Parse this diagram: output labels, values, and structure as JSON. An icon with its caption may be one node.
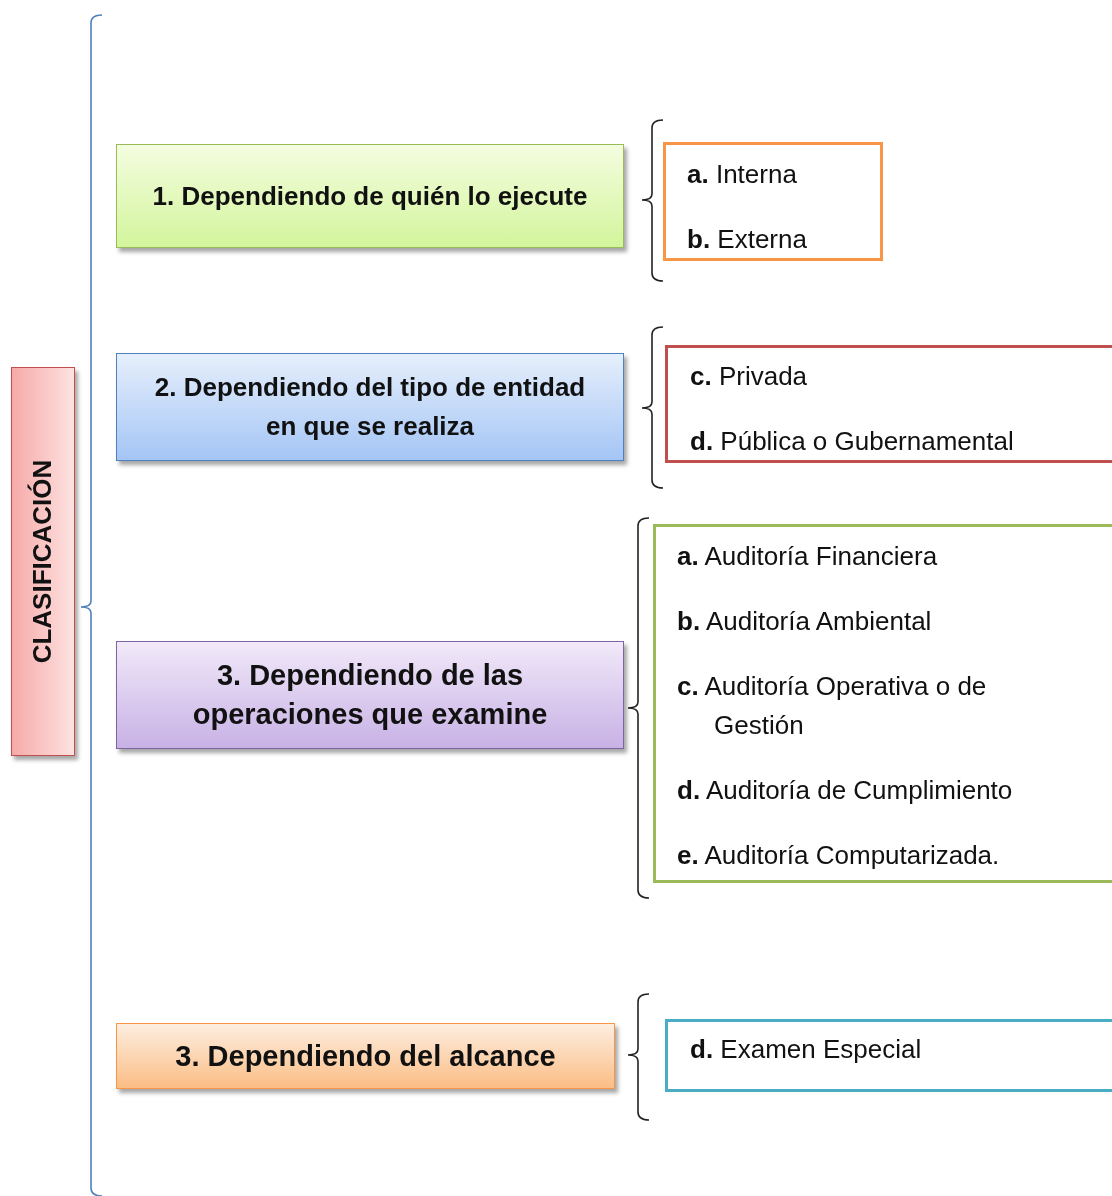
{
  "diagram": {
    "nodes": [
      {
        "text": [
          "CLASIFICACIÓN"
        ]
      },
      {
        "text": [
          "1. Dependiendo de quién lo ejecute"
        ]
      },
      {
        "text": [
          "**a.** Interna",
          "**b.** Externa"
        ]
      },
      {
        "text": [
          "2. Dependiendo del tipo de entidad en que se realiza"
        ]
      },
      {
        "text": [
          "**c.** Privada",
          "**d.** Pública o Gubernamental"
        ]
      },
      {
        "text": [
          "3. Dependiendo de las operaciones que examine"
        ]
      },
      {
        "text": [
          "**a.** Auditoría Financiera",
          "**b.** Auditoría Ambiental",
          "**c.** Auditoría Operativa o de Gestión",
          "**d.** Auditoría de Cumplimiento",
          "**e.** Auditoría Computarizada."
        ]
      },
      {
        "text": [
          "3. Dependiendo del alcance"
        ]
      },
      {
        "text": [
          "**d.** Examen Especial"
        ]
      }
    ]
  }
}
